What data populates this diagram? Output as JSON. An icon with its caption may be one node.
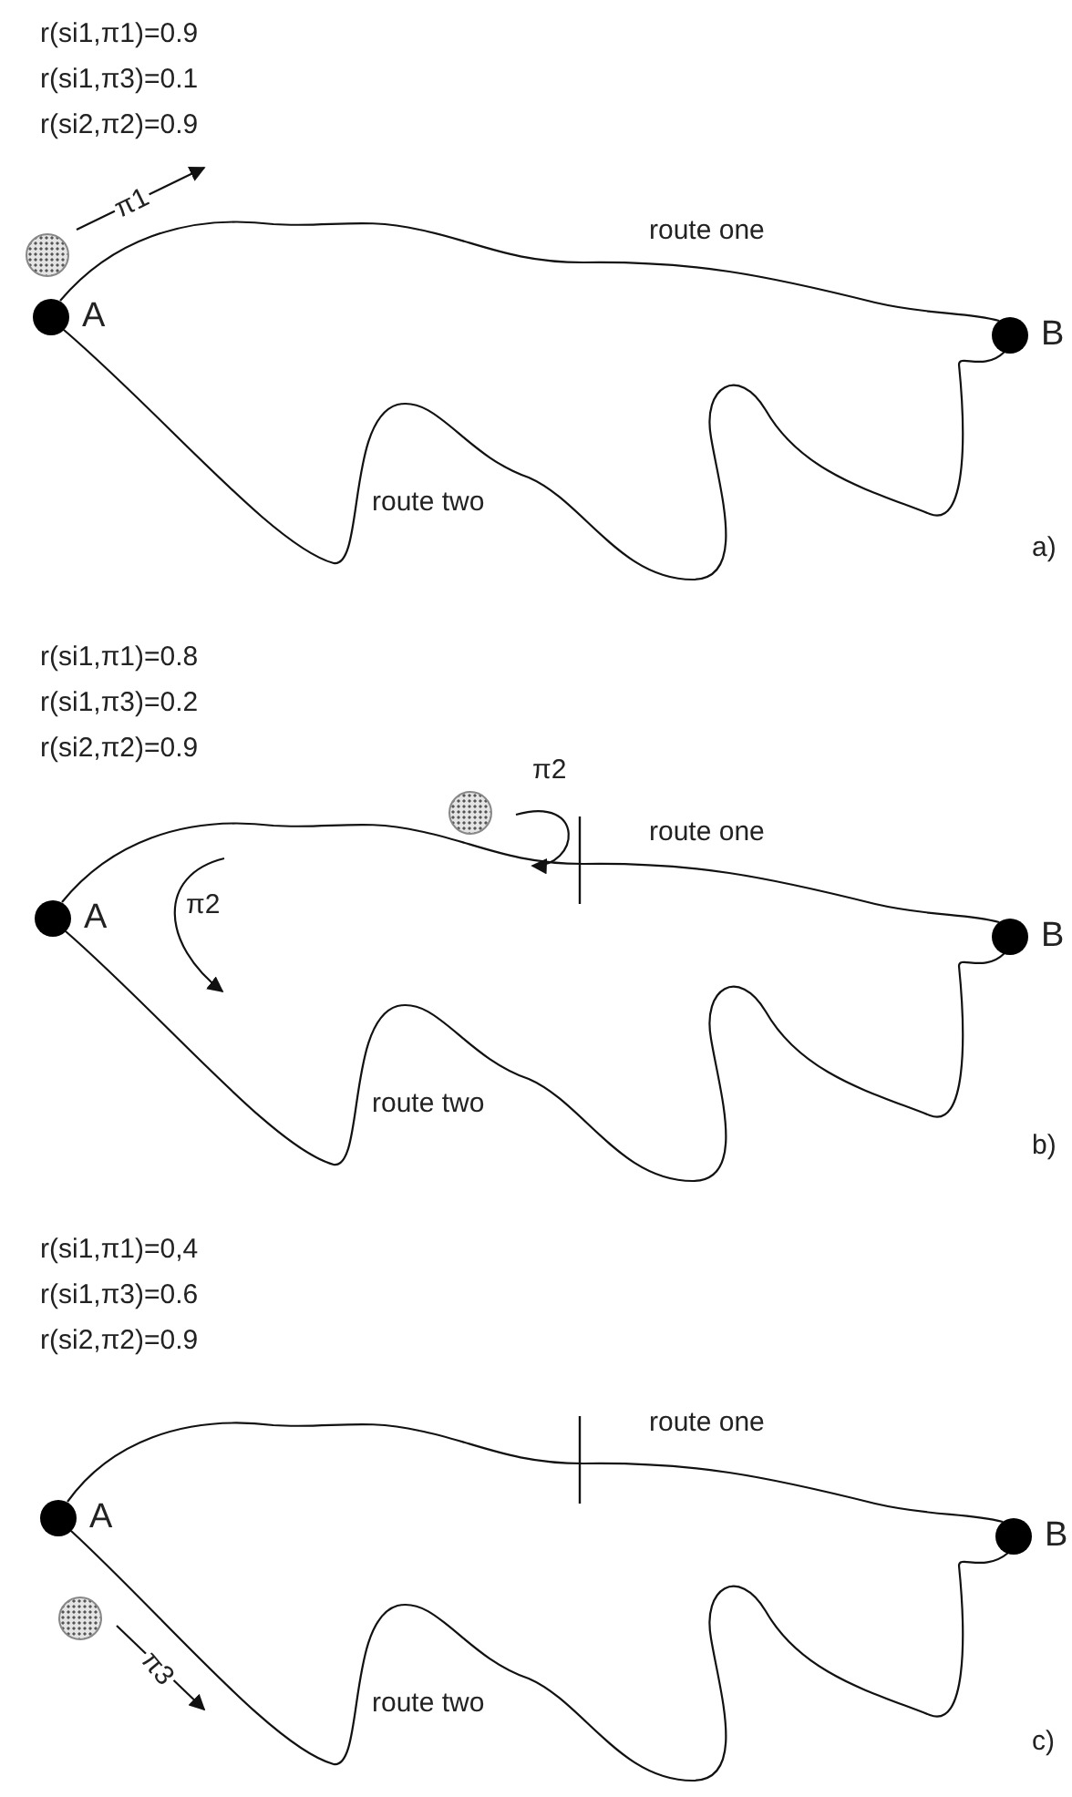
{
  "diagram": {
    "nodes": [
      {
        "text": [],
        "shape": "circle"
      },
      {
        "text": [],
        "shape": "circle",
        "beside": [
          "A"
        ]
      },
      {
        "text": [],
        "shape": "circle",
        "beside": [
          "B"
        ]
      },
      {
        "text": [],
        "shape": "circle"
      },
      {
        "text": [],
        "shape": "circle",
        "beside": [
          "A"
        ]
      },
      {
        "text": [],
        "shape": "circle",
        "beside": [
          "B"
        ]
      },
      {
        "text": [],
        "shape": "circle",
        "beside": [
          "A"
        ]
      },
      {
        "text": [],
        "shape": "circle",
        "beside": [
          "B"
        ]
      },
      {
        "text": [],
        "shape": "circle"
      }
    ],
    "edges": [
      {
        "from": 1,
        "to": 2,
        "arrow": "none",
        "label": "route one"
      },
      {
        "from": 1,
        "to": 2,
        "arrow": "none",
        "label": "route two"
      },
      {
        "from": 4,
        "to": 5,
        "arrow": "none",
        "label": "route one"
      },
      {
        "from": 4,
        "to": 5,
        "arrow": "none",
        "label": "route two"
      },
      {
        "from": 6,
        "to": 7,
        "arrow": "none",
        "label": "route one"
      },
      {
        "from": 6,
        "to": 7,
        "arrow": "none",
        "label": "route two"
      }
    ],
    "labels": [
      "r(si1,π1)=0.9",
      "r(si1,π3)=0.1",
      "r(si2,π2)=0.9",
      "π1",
      "a)",
      "r(si1,π1)=0.8",
      "r(si1,π3)=0.2",
      "r(si2,π2)=0.9",
      "π2",
      "π2",
      "b)",
      "r(si1,π1)=0,4",
      "r(si1,π3)=0.6",
      "r(si2,π2)=0.9",
      "π3",
      "c)"
    ]
  }
}
